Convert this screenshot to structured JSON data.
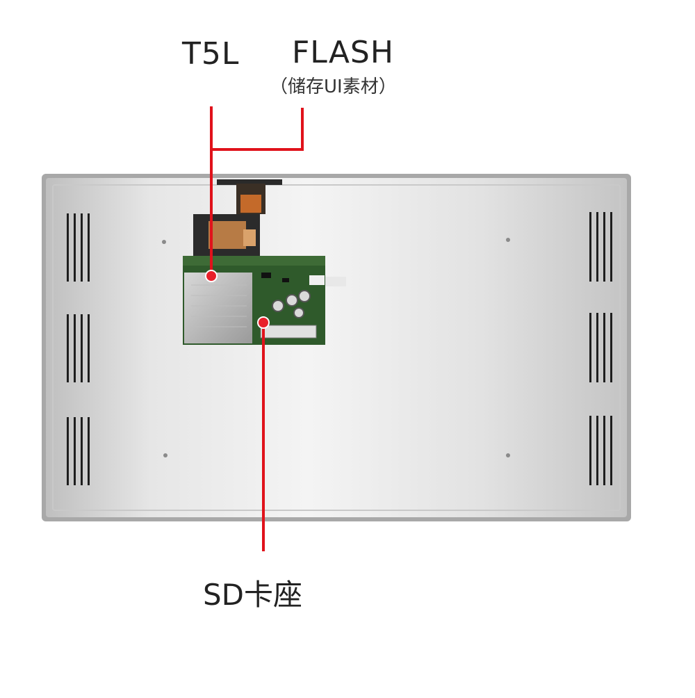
{
  "labels": {
    "t5l": "T5L",
    "flash": "FLASH",
    "flash_note": "（储存UI素材）",
    "sd_slot": "SD卡座"
  },
  "colors": {
    "callout_line": "#e0121b",
    "callout_dot": "#e8202a",
    "panel_metal": "#d9d9d9",
    "pcb_green": "#2f5a2b"
  }
}
